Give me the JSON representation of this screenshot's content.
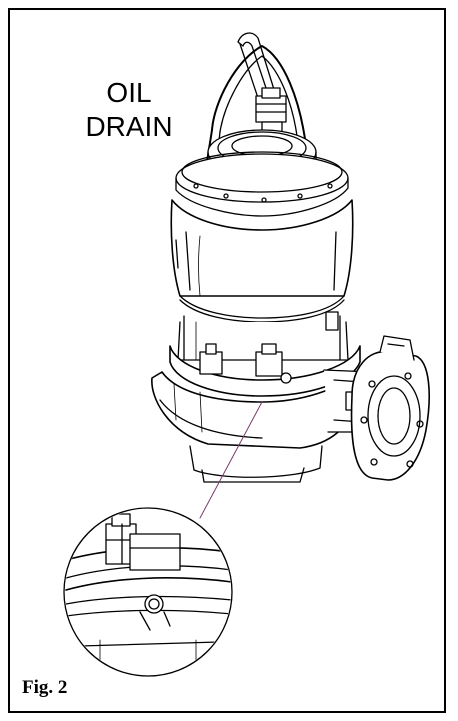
{
  "title_lines": [
    "OIL",
    "DRAIN"
  ],
  "figure_label": "Fig. 2",
  "colors": {
    "line": "#000000",
    "leader": "#7b3b6b",
    "background": "#ffffff"
  }
}
